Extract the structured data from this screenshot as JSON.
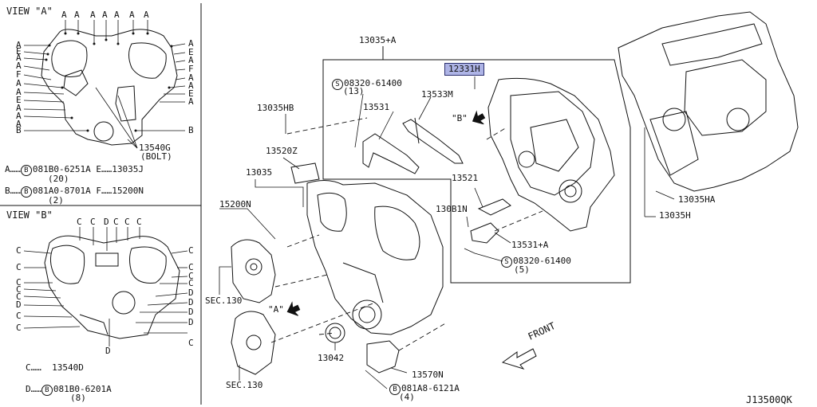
{
  "view_a": {
    "title": "VIEW \"A\"",
    "top_letters": [
      "A",
      "A",
      "A",
      "A",
      "A",
      "A",
      "A"
    ],
    "left_letters": [
      "A",
      "E",
      "A",
      "A",
      "F",
      "A",
      "A",
      "E",
      "A",
      "A",
      "A",
      "B"
    ],
    "right_letters": [
      "A",
      "E",
      "A",
      "F",
      "A",
      "A",
      "E",
      "A",
      "B"
    ],
    "bolt_callout": "13540G",
    "bolt_note": "(BOLT)",
    "legend": [
      {
        "key": "A",
        "circle": "B",
        "part": "081B0-6251A",
        "qty": "(20)",
        "alt_key": "E",
        "alt_part": "13035J"
      },
      {
        "key": "B",
        "circle": "B",
        "part": "081A0-8701A",
        "qty": "(2)",
        "alt_key": "F",
        "alt_part": "15200N"
      }
    ]
  },
  "view_b": {
    "title": "VIEW \"B\"",
    "top_letters": [
      "C",
      "C",
      "D",
      "C",
      "C",
      "C"
    ],
    "left_letters": [
      "C",
      "C",
      "C",
      "C",
      "C",
      "D",
      "C",
      "C"
    ],
    "right_letters": [
      "C",
      "C",
      "C",
      "C",
      "D",
      "D",
      "D",
      "D",
      "C"
    ],
    "bottom_letter": "D",
    "legend": [
      {
        "key": "C",
        "part": "13540D"
      },
      {
        "key": "D",
        "circle": "B",
        "part": "081B0-6201A",
        "qty": "(8)"
      }
    ]
  },
  "callouts": {
    "p13035a": "13035+A",
    "p12331h": "12331H",
    "s08320_top": "08320-61400",
    "s08320_top_qty": "(13)",
    "p13533m": "13533M",
    "p13531": "13531",
    "view_b_arrow": "\"B\"",
    "p13035hb": "13035HB",
    "p13520z": "13520Z",
    "p13035": "13035",
    "p15200n": "15200N",
    "p13521": "13521",
    "p13081n": "130B1N",
    "p13531a": "13531+A",
    "s08320_bot": "08320-61400",
    "s08320_bot_qty": "(5)",
    "sec130_top": "SEC.130",
    "view_a_arrow": "\"A\"",
    "p13042": "13042",
    "p13570n": "13570N",
    "b081a8": "081A8-6121A",
    "b081a8_qty": "(4)",
    "sec130_bot": "SEC.130",
    "front": "FRONT",
    "p13035ha": "13035HA",
    "p13035h": "13035H"
  },
  "diagram_id": "J13500QK",
  "colors": {
    "highlight": "#aeb4e6",
    "line": "#111111"
  }
}
